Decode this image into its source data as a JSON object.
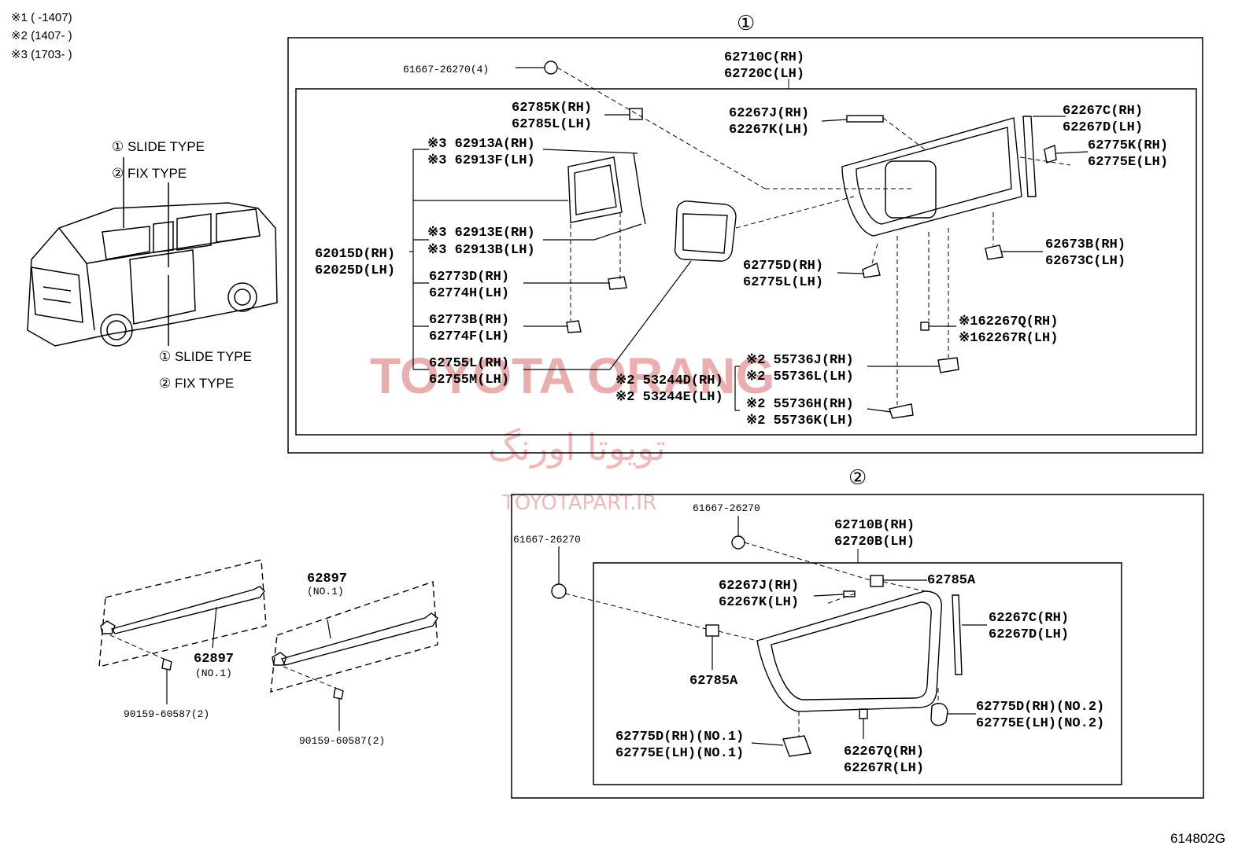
{
  "notes": [
    "※1 (        -1407)",
    "※2 (1407-        )",
    "※3 (1703-        )"
  ],
  "section1_marker": "①",
  "section2_marker": "②",
  "type_legend": {
    "upper": [
      "① SLIDE TYPE",
      "② FIX TYPE"
    ],
    "lower": [
      "① SLIDE TYPE",
      "② FIX TYPE"
    ]
  },
  "section1": {
    "labels": [
      "61667-26270(4)",
      "62710C(RH)",
      "62720C(LH)",
      "62785K(RH)",
      "62785L(LH)",
      "62267J(RH)",
      "62267K(LH)",
      "62267C(RH)",
      "62267D(LH)",
      "62775K(RH)",
      "62775E(LH)",
      "※3 62913A(RH)",
      "※3 62913F(LH)",
      "62015D(RH)",
      "62025D(LH)",
      "※3 62913E(RH)",
      "※3 62913B(LH)",
      "62773D(RH)",
      "62774H(LH)",
      "62773B(RH)",
      "62774F(LH)",
      "62755L(RH)",
      "62755M(LH)",
      "※2 53244D(RH)",
      "※2 53244E(LH)",
      "62775D(RH)",
      "62775L(LH)",
      "62673B(RH)",
      "62673C(LH)",
      "※162267Q(RH)",
      "※162267R(LH)",
      "※2 55736J(RH)",
      "※2 55736L(LH)",
      "※2 55736H(RH)",
      "※2 55736K(LH)"
    ]
  },
  "section2": {
    "labels": [
      "61667-26270",
      "61667-26270",
      "62710B(RH)",
      "62720B(LH)",
      "62267J(RH)",
      "62267K(LH)",
      "62785A",
      "62267C(RH)",
      "62267D(LH)",
      "62785A",
      "62775D(RH)(NO.2)",
      "62775E(LH)(NO.2)",
      "62775D(RH)(NO.1)",
      "62775E(LH)(NO.1)",
      "62267Q(RH)",
      "62267R(LH)"
    ]
  },
  "bottom_left": {
    "labels": [
      "62897",
      "(NO.1)",
      "90159-60587(2)",
      "62897",
      "(NO.1)",
      "90159-60587(2)"
    ]
  },
  "watermarks": {
    "brand": "TOYOTA ORANG",
    "persian": "تویوتا اورنگ",
    "site": "TOYOTAPART.IR"
  },
  "figure_code": "614802G"
}
